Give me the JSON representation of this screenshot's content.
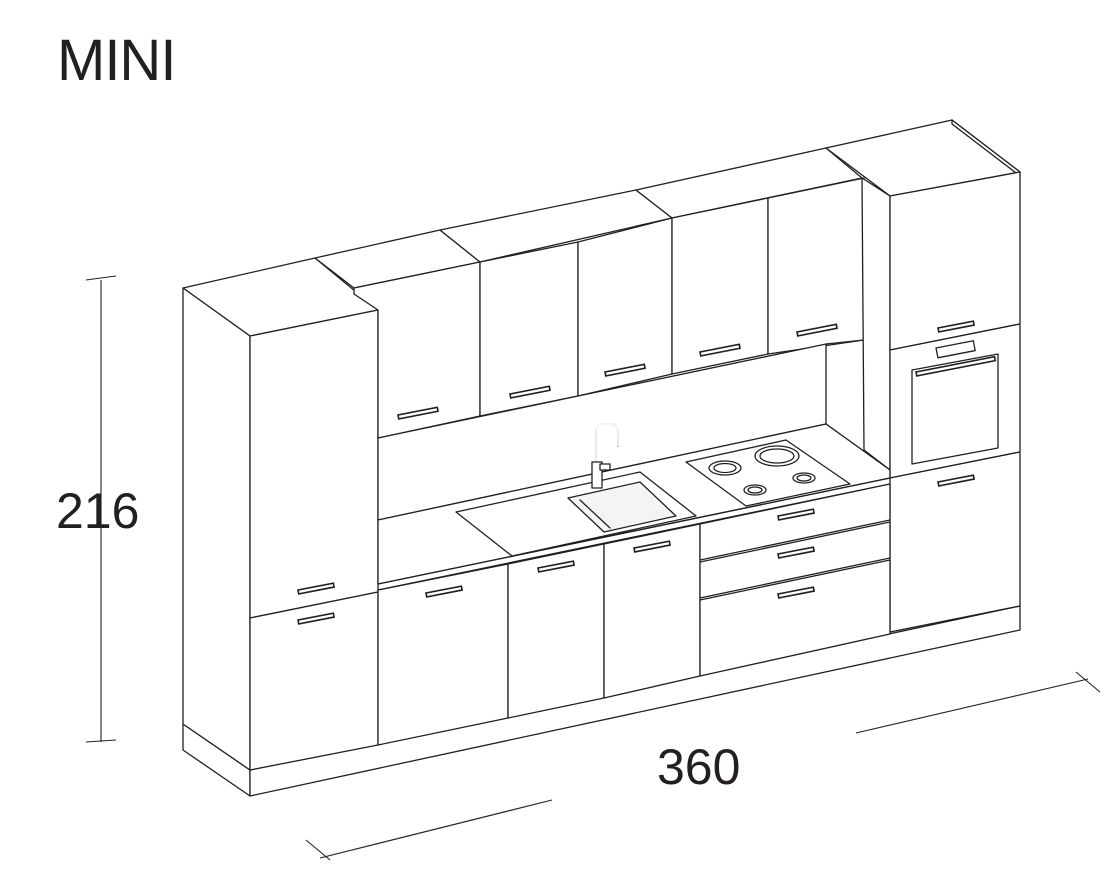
{
  "title": "MINI",
  "dimensions": {
    "height_label": "216",
    "width_label": "360"
  },
  "palette": {
    "line": "#231f20",
    "background": "#ffffff"
  }
}
